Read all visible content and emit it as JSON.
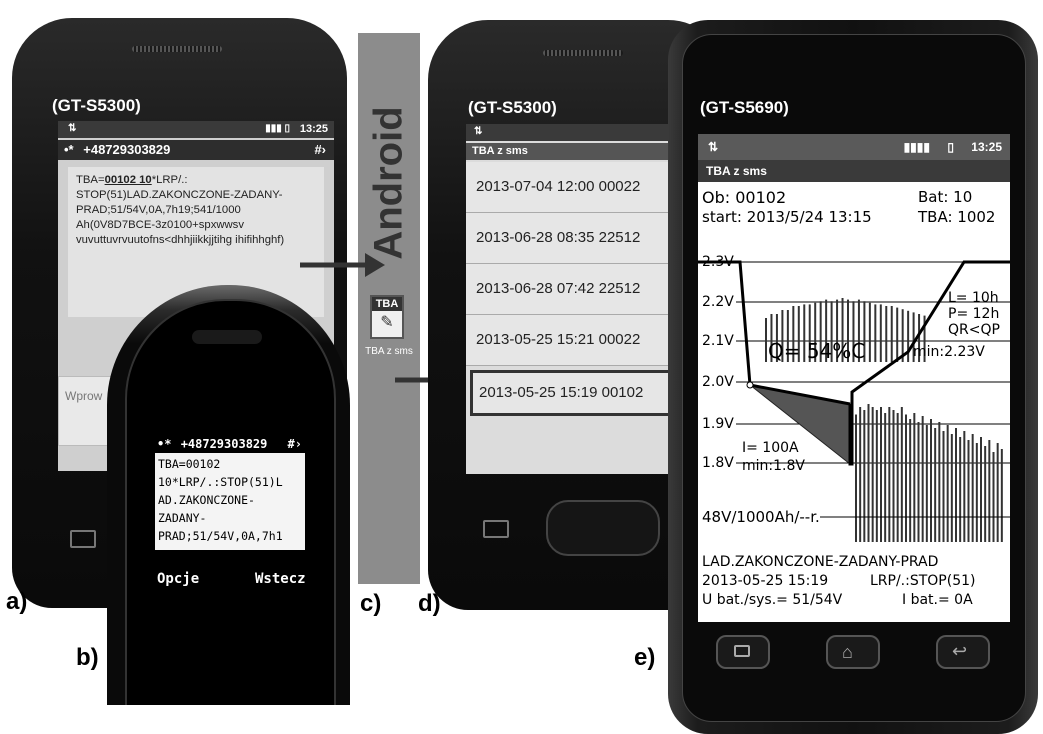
{
  "labels": {
    "a": "a)",
    "b": "b)",
    "c": "c)",
    "d": "d)",
    "e": "e)"
  },
  "phone_a": {
    "model": "(GT-S5300)",
    "time": "13:25",
    "sender": "+48729303829",
    "sms_prefix": "TBA=",
    "sms_bold": "00102 10",
    "sms_rest": "*LRP/.: STOP(51)LAD.ZAKONCZONE-ZADANY-PRAD;51/54V,0A,7h19;541/1000 Ah(0V8D7BCE-3z0100+spxwwsv vuvuttuvrvuutofns<dhhjiikkjjtihg ihifihhghf)",
    "input_placeholder": "Wprow"
  },
  "phone_b": {
    "sender": "+48729303829",
    "sms_lines": [
      "TBA=00102",
      "10*LRP/.:STOP(51)L",
      "AD.ZAKONCZONE-",
      "ZADANY-",
      "PRAD;51/54V,0A,7h1"
    ],
    "softkey_left": "Opcje",
    "softkey_right": "Wstecz"
  },
  "android_strip": {
    "title": "Android",
    "app_icon_text": "TBA",
    "app_label": "TBA z sms"
  },
  "phone_d": {
    "model": "(GT-S5300)",
    "app_title": "TBA z sms",
    "items": [
      "2013-07-04 12:00 00022",
      "2013-06-28 08:35 22512",
      "2013-06-28 07:42 22512",
      "2013-05-25 15:21 00022",
      "2013-05-25 15:19 00102"
    ],
    "selected_index": 4
  },
  "phone_e": {
    "model": "(GT-S5690)",
    "time": "13:25",
    "app_title": "TBA z sms",
    "ob": "Ob: 00102",
    "bat": "Bat: 10",
    "start": "start: 2013/5/24 13:15",
    "tba": "TBA: 1002",
    "volt_ticks": [
      "2.3V",
      "2.2V",
      "2.1V",
      "2.0V",
      "1.9V",
      "1.8V"
    ],
    "l": "L= 10h",
    "p": "P= 12h",
    "qr": "QR<QP",
    "q": "Q= 54%C",
    "min_upper": "min:2.23V",
    "current": "I= 100A",
    "min_lower": "min:1.8V",
    "battery_spec": "48V/1000Ah/--r.",
    "status": "LAD.ZAKONCZONE-ZADANY-PRAD",
    "datetime": "2013-05-25 15:19",
    "lrp": "LRP/.:STOP(51)",
    "u_bat": "U bat./sys.= 51/54V",
    "i_bat": "I bat.= 0A"
  },
  "chart_data": {
    "type": "line",
    "ylabel": "",
    "yticks": [
      "2.3V",
      "2.2V",
      "2.1V",
      "2.0V",
      "1.9V",
      "1.8V"
    ],
    "upper_bars": [
      0.55,
      0.6,
      0.6,
      0.65,
      0.65,
      0.7,
      0.7,
      0.72,
      0.72,
      0.74,
      0.76,
      0.78,
      0.76,
      0.78,
      0.8,
      0.78,
      0.76,
      0.78,
      0.76,
      0.74,
      0.72,
      0.72,
      0.7,
      0.7,
      0.68,
      0.66,
      0.64,
      0.62,
      0.6,
      0.58
    ],
    "lower_bars": [
      0.85,
      0.9,
      0.88,
      0.92,
      0.9,
      0.88,
      0.9,
      0.86,
      0.9,
      0.88,
      0.86,
      0.9,
      0.85,
      0.82,
      0.86,
      0.8,
      0.84,
      0.78,
      0.82,
      0.76,
      0.8,
      0.74,
      0.78,
      0.72,
      0.76,
      0.7,
      0.74,
      0.68,
      0.72,
      0.66,
      0.7,
      0.64,
      0.68,
      0.6,
      0.66,
      0.62
    ]
  }
}
